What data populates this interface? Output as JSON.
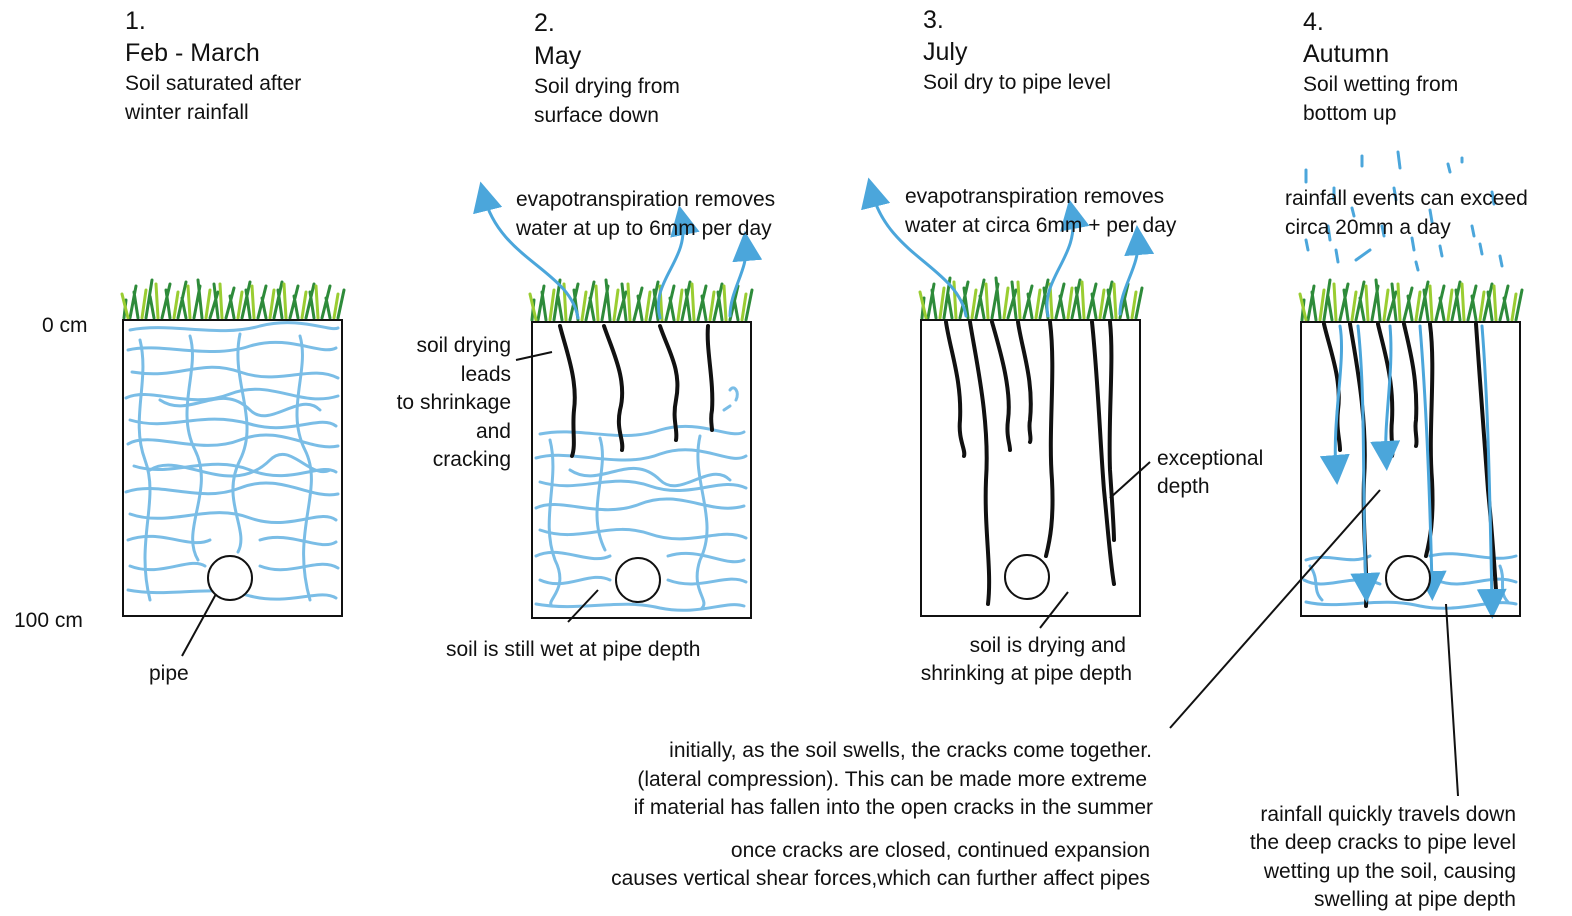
{
  "axis": {
    "top": "0 cm",
    "bottom": "100 cm"
  },
  "panels": [
    {
      "number": "1.",
      "season": "Feb - March",
      "description": [
        "Soil saturated after",
        "winter rainfall"
      ]
    },
    {
      "number": "2.",
      "season": "May",
      "description": [
        "Soil drying from",
        "surface down"
      ]
    },
    {
      "number": "3.",
      "season": "July",
      "description": [
        "Soil dry to pipe level"
      ]
    },
    {
      "number": "4.",
      "season": "Autumn",
      "description": [
        "Soil wetting from",
        "bottom up"
      ]
    }
  ],
  "labels": {
    "pipe": "pipe",
    "evap_may": [
      "evapotranspiration removes",
      "water at up to 6mm per day"
    ],
    "shrinkage": [
      "soil drying",
      "leads",
      "to shrinkage",
      "and",
      "cracking"
    ],
    "wet_pipe": "soil is still wet at pipe depth",
    "evap_july": [
      "evapotranspiration removes",
      "water at circa 6mm + per day"
    ],
    "exceptional": [
      "exceptional",
      "depth"
    ],
    "drying_pipe": [
      "soil is drying and",
      "shrinking at pipe depth"
    ],
    "rainfall_events": [
      "rainfall events can exceed",
      "circa 20mm a day"
    ],
    "swell_note": [
      "initially, as the soil swells, the cracks come together.",
      "(lateral compression). This can be made more extreme",
      "if material has fallen into the open cracks in the summer"
    ],
    "shear_note": [
      "once cracks are closed, continued expansion",
      "causes vertical shear forces,which can further affect pipes"
    ],
    "rain_travel": [
      "rainfall quickly travels down",
      "the deep cracks to pipe level",
      "wetting up the soil, causing",
      "swelling at pipe depth"
    ]
  },
  "colors": {
    "water": "#5aaee0",
    "grass_dark": "#2e8b3a",
    "grass_light": "#9acd32",
    "crack": "#111111"
  }
}
